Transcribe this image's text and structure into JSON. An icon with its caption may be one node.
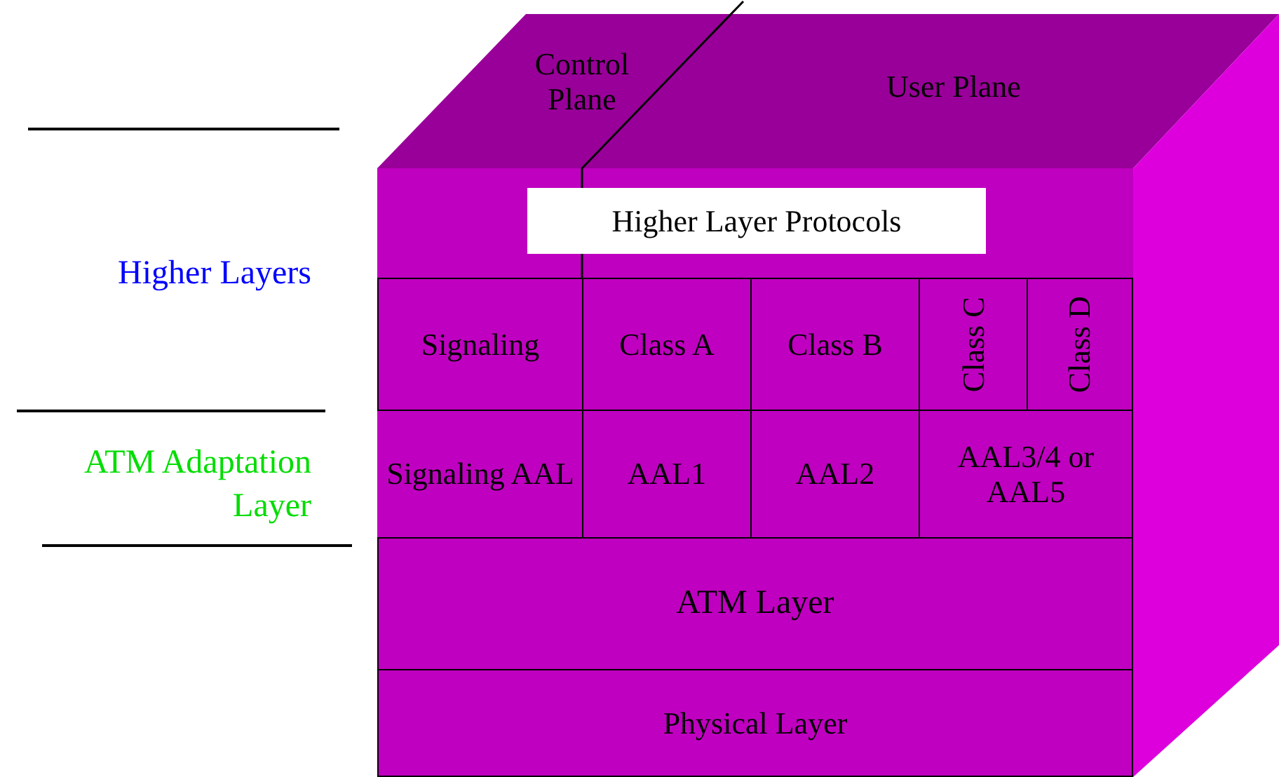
{
  "diagram": {
    "nodes": [
      {
        "text": [
          "Control Plane"
        ]
      },
      {
        "text": [
          "User Plane"
        ]
      },
      {
        "text": [
          "Higher Layer Protocols"
        ]
      },
      {
        "text": [
          "Signaling"
        ]
      },
      {
        "text": [
          "Class A"
        ]
      },
      {
        "text": [
          "Class B"
        ]
      },
      {
        "text": [
          "Class C"
        ]
      },
      {
        "text": [
          "Class D"
        ]
      },
      {
        "text": [
          "Signaling AAL"
        ]
      },
      {
        "text": [
          "AAL1"
        ]
      },
      {
        "text": [
          "AAL2"
        ]
      },
      {
        "text": [
          "AAL3/4 or AAL5"
        ]
      },
      {
        "text": [
          "ATM Layer"
        ]
      },
      {
        "text": [
          "Physical Layer"
        ]
      }
    ],
    "labels": [
      "Higher Layers",
      "ATM Adaptation Layer"
    ]
  }
}
